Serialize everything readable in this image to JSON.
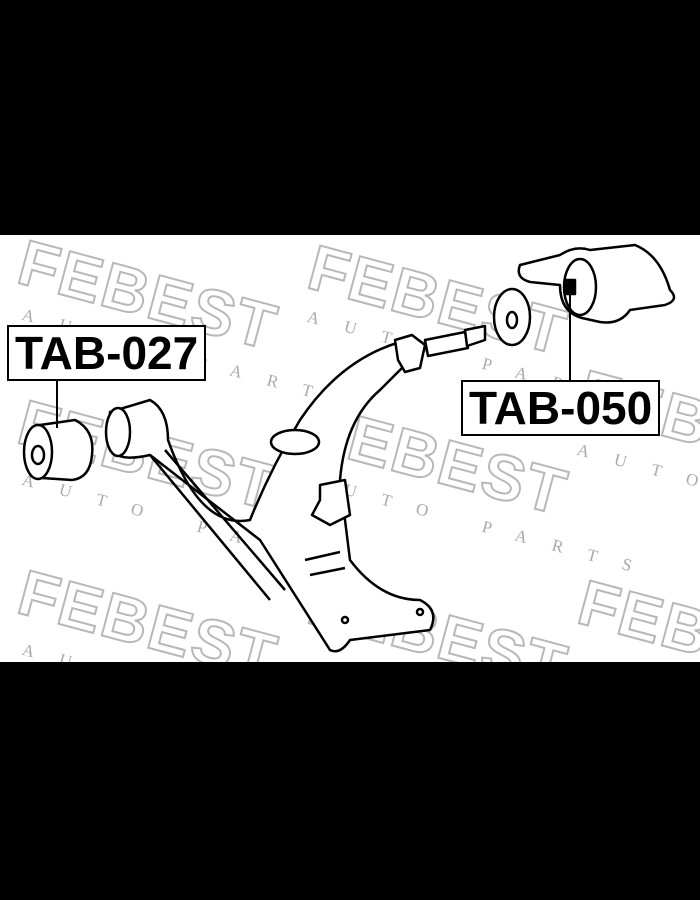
{
  "watermark": {
    "brand": "FEBEST",
    "tagline": "AUTO PARTS"
  },
  "labels": {
    "left_part": "TAB-027",
    "right_part": "TAB-050"
  },
  "colors": {
    "background": "#000000",
    "diagram": "#ffffff",
    "watermark": "#b8b8b8"
  }
}
